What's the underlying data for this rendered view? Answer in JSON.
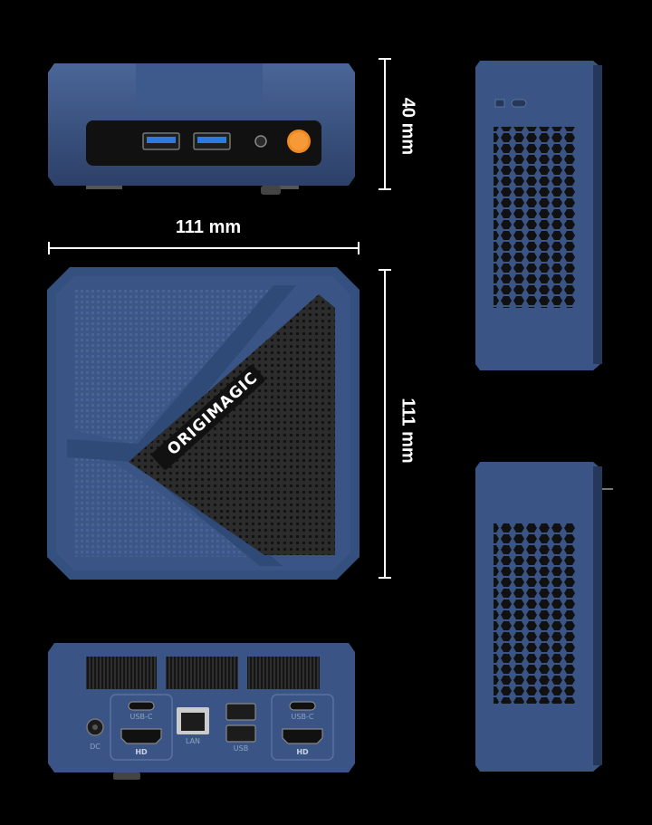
{
  "dimensions": {
    "height_label": "40 mm",
    "width_label": "111 mm",
    "depth_label": "111 mm"
  },
  "brand": {
    "logo_text": "ORIGIMAGIC"
  },
  "rear_ports": {
    "dc": "DC",
    "usb_c_left": "USB-C",
    "hd_left": "HD",
    "lan": "LAN",
    "usb": "USB",
    "usb_c_right": "USB-C",
    "hd_right": "HD"
  },
  "colors": {
    "background": "#000000",
    "chassis_blue": "#3a5585",
    "chassis_dark": "#26385a",
    "mesh": "#2b2b2b",
    "power_button": "#f08a1e",
    "usb_blue": "#2d7be0"
  }
}
